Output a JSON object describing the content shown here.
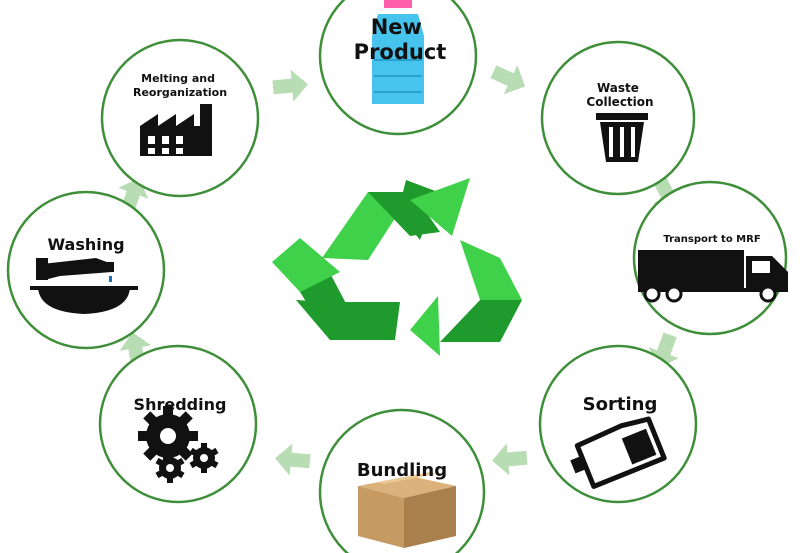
{
  "diagram": {
    "stages": [
      {
        "id": "new-product",
        "label_lines": [
          "New",
          "Product"
        ],
        "icon": "plastic-bottle-icon"
      },
      {
        "id": "waste-collection",
        "label_lines": [
          "Waste",
          "Collection"
        ],
        "icon": "trash-can-icon"
      },
      {
        "id": "transport-to-mrf",
        "label_lines": [
          "Transport to MRF"
        ],
        "icon": "truck-icon"
      },
      {
        "id": "sorting",
        "label_lines": [
          "Sorting"
        ],
        "icon": "detergent-bottle-icon"
      },
      {
        "id": "bundling",
        "label_lines": [
          "Bundling"
        ],
        "icon": "cardboard-box-icon"
      },
      {
        "id": "shredding",
        "label_lines": [
          "Shredding"
        ],
        "icon": "gears-icon"
      },
      {
        "id": "washing",
        "label_lines": [
          "Washing"
        ],
        "icon": "faucet-basin-icon"
      },
      {
        "id": "melting-and-reorganization",
        "label_lines": [
          "Melting and",
          "Reorganization"
        ],
        "icon": "factory-icon"
      }
    ],
    "center_icon": "recycle-icon",
    "colors": {
      "ring": "#3f8f3a",
      "arrow": "#b8dcb3",
      "recycle_light": "#3fd14a",
      "recycle_dark": "#1f9a2c",
      "box": "#c59a63",
      "bottle": "#47c4ee",
      "bottle_cap": "#ff5fa8"
    }
  }
}
